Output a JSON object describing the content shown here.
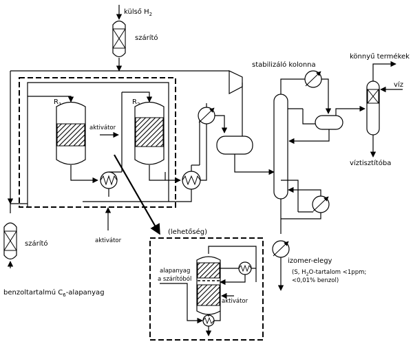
{
  "labels": {
    "kulso_h2": "külső H",
    "h2_sub": "2",
    "szarito_top": "szárító",
    "szarito_left": "szárító",
    "r1": "R",
    "r1_sub": "1",
    "r2": "R",
    "r2_sub": "2",
    "aktivator_mid": "aktivátor",
    "aktivator_bottom": "aktivátor",
    "aktivator_inset": "aktivátor",
    "feed_pre": "benzoltartalmú C",
    "feed_sub": "6",
    "feed_post": "-alapanyag",
    "stab_kolonna": "stabilizáló kolonna",
    "konnyu_termekek": "könnyű termékek",
    "viz": "víz",
    "viztisztito": "víztisztítóba",
    "lehetoseg": "(lehetőség)",
    "alapanyag": "alapanyag",
    "a_szaritobol": "a szárítóból",
    "izomer_elegy": "izomer-elegy",
    "spec_line1_pre": "(S, H",
    "spec_line1_sub": "2",
    "spec_line1_post": "O-tartalom <1ppm;",
    "spec_line2": "<0,01% benzol)"
  }
}
